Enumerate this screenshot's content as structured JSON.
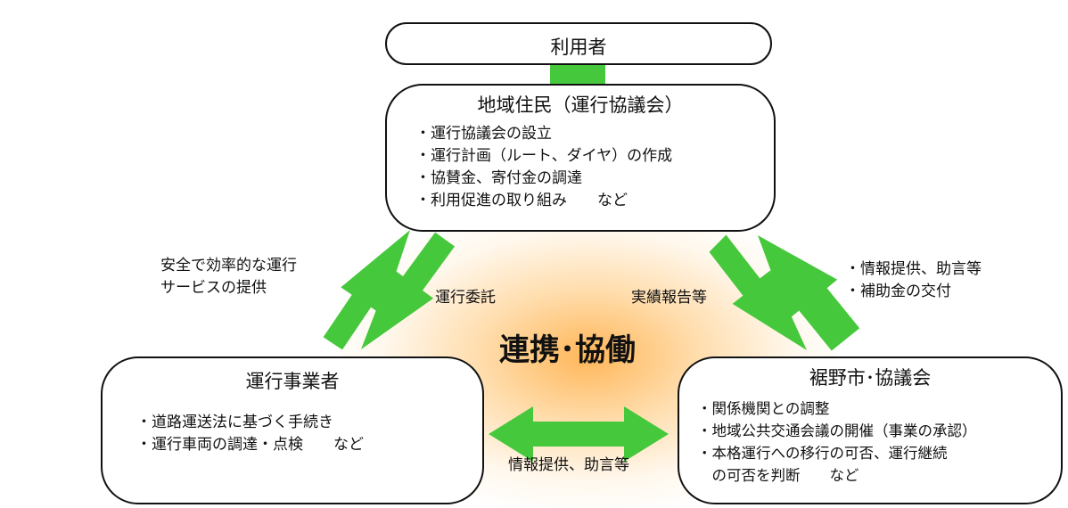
{
  "user_box": {
    "label": "利用者"
  },
  "residents_box": {
    "title": "地域住民（運行協議会）",
    "items": [
      "・運行協議会の設立",
      "・運行計画（ルート、ダイヤ）の作成",
      "・協賛金、寄付金の調達",
      "・利用促進の取り組み　　など"
    ]
  },
  "operator_box": {
    "title": "運行事業者",
    "items": [
      "・道路運送法に基づく手続き",
      "・運行車両の調達・点検　　など"
    ]
  },
  "city_box": {
    "title": "裾野市･協議会",
    "items": [
      "・関係機関との調整",
      "・地域公共交通会議の開催（事業の承認）",
      "・本格運行への移行の可否、運行継続",
      "　の可否を判断　　など"
    ]
  },
  "labels": {
    "left_outer": [
      "安全で効率的な運行",
      "サービスの提供"
    ],
    "left_inner": "運行委託",
    "right_inner": "実績報告等",
    "right_outer": [
      "・情報提供、助言等",
      "・補助金の交付"
    ],
    "bottom": "情報提供、助言等",
    "center": "連携･協働"
  },
  "colors": {
    "arrow": "#46c83c",
    "glow": "#ffaa3c",
    "border": "#111111"
  }
}
